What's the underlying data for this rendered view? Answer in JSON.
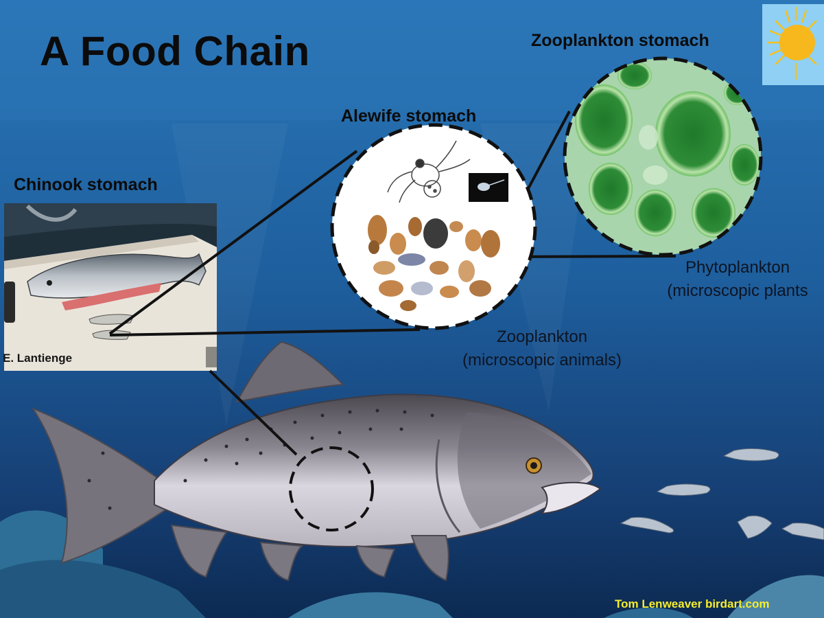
{
  "title": "A Food Chain",
  "labels": {
    "chinook_stomach": "Chinook stomach",
    "alewife_stomach": "Alewife stomach",
    "zooplankton_stomach": "Zooplankton stomach"
  },
  "captions": {
    "zooplankton_line1": "Zooplankton",
    "zooplankton_line2": "(microscopic animals)",
    "phytoplankton_line1": "Phytoplankton",
    "phytoplankton_line2": "(microscopic plants"
  },
  "credits": {
    "photo": "E. Lantienge",
    "artwork": "Tom Lenweaver birdart.com"
  },
  "colors": {
    "ocean_top": "#1f6aa8",
    "ocean_bottom": "#0e2f5c",
    "credit_text": "#f6ee2c",
    "plankton_green": "#2f8a3a",
    "sky_box": "#8fd0f4",
    "sun": "#f6b81c"
  },
  "icons": [
    "sun-icon"
  ]
}
